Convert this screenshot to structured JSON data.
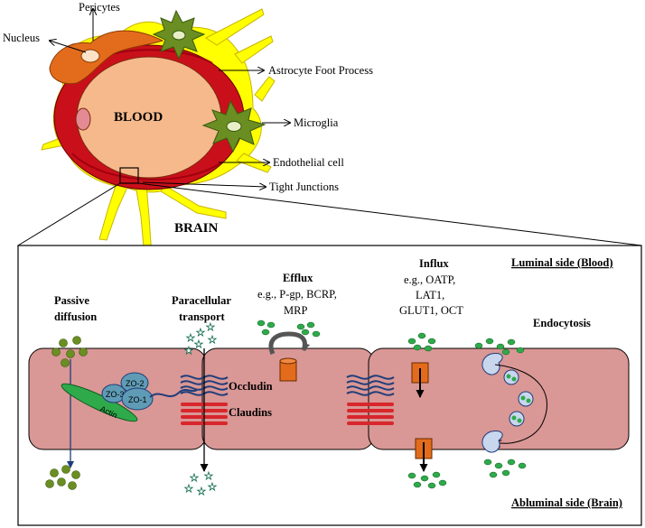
{
  "top": {
    "pericytes": "Pericytes",
    "nucleus": "Nucleus",
    "astrocyte": "Astrocyte Foot Process",
    "microglia": "Microglia",
    "endothelial": "Endothelial cell",
    "tight_junctions": "Tight Junctions",
    "blood": "BLOOD",
    "brain": "BRAIN"
  },
  "panel": {
    "luminal": "Luminal  side (Blood)",
    "abluminal": "Abluminal  side (Brain)",
    "passive_1": "Passive",
    "passive_2": "diffusion",
    "para_1": "Paracellular",
    "para_2": "transport",
    "efflux_title": "Efflux",
    "efflux_1": "e.g., P-gp, BCRP,",
    "efflux_2": "MRP",
    "influx_title": "Influx",
    "influx_1": "e.g., OATP,",
    "influx_2": "LAT1,",
    "influx_3": "GLUT1,  OCT",
    "endocytosis": "Endocytosis",
    "occludin": "Occludin",
    "claudins": "Claudins",
    "zo2": "ZO-2",
    "zo3": "ZO-3",
    "zo1": "ZO-1",
    "actin": "Actin"
  },
  "colors": {
    "cell": "#d99795",
    "blood": "#f6b98b",
    "endothelium": "#c9101a",
    "astrocyte": "#ffff00",
    "pericyte": "#e36c1c",
    "microglia": "#6a8e22",
    "transporter": "#e36c1c",
    "occludin": "#1f3d7a",
    "claudin": "#d7262c",
    "molecule": "#2eaa4a"
  }
}
